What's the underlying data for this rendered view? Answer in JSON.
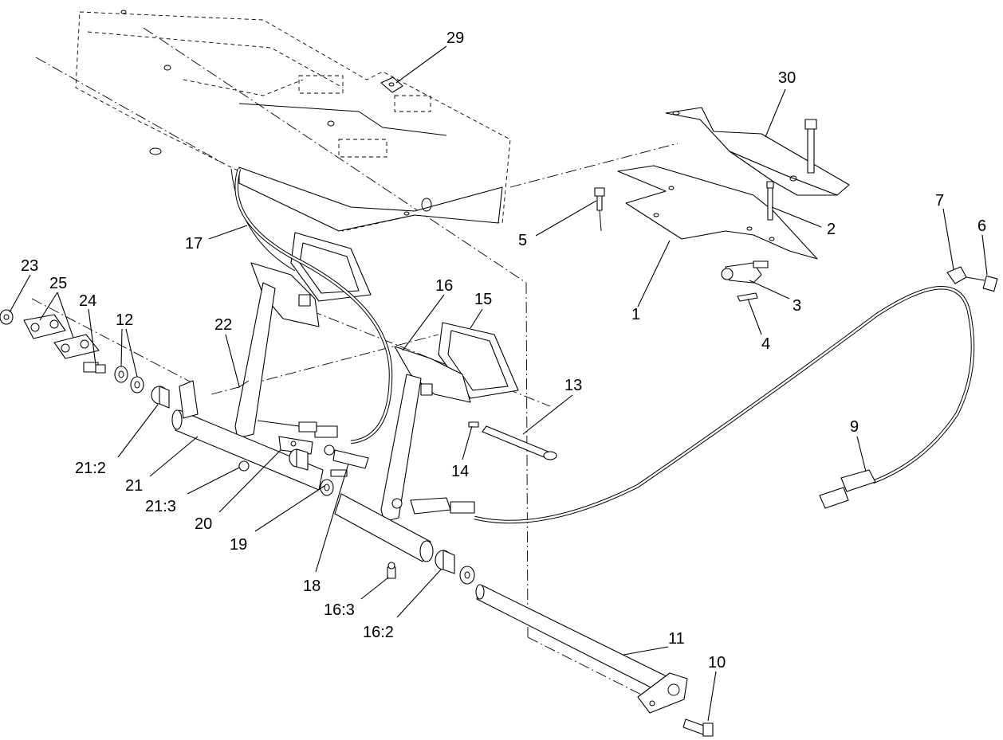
{
  "callouts": [
    {
      "id": "c29",
      "label": "29"
    },
    {
      "id": "c30",
      "label": "30"
    },
    {
      "id": "c17",
      "label": "17"
    },
    {
      "id": "c5",
      "label": "5"
    },
    {
      "id": "c2",
      "label": "2"
    },
    {
      "id": "c1",
      "label": "1"
    },
    {
      "id": "c3",
      "label": "3"
    },
    {
      "id": "c4",
      "label": "4"
    },
    {
      "id": "c7",
      "label": "7"
    },
    {
      "id": "c6",
      "label": "6"
    },
    {
      "id": "c23",
      "label": "23"
    },
    {
      "id": "c25",
      "label": "25"
    },
    {
      "id": "c24",
      "label": "24"
    },
    {
      "id": "c12",
      "label": "12"
    },
    {
      "id": "c22",
      "label": "22"
    },
    {
      "id": "c16",
      "label": "16"
    },
    {
      "id": "c15",
      "label": "15"
    },
    {
      "id": "c13",
      "label": "13"
    },
    {
      "id": "c14",
      "label": "14"
    },
    {
      "id": "c9",
      "label": "9"
    },
    {
      "id": "c21_2",
      "label": "21:2"
    },
    {
      "id": "c21",
      "label": "21"
    },
    {
      "id": "c21_3",
      "label": "21:3"
    },
    {
      "id": "c20",
      "label": "20"
    },
    {
      "id": "c19",
      "label": "19"
    },
    {
      "id": "c18",
      "label": "18"
    },
    {
      "id": "c16_3",
      "label": "16:3"
    },
    {
      "id": "c16_2",
      "label": "16:2"
    },
    {
      "id": "c11",
      "label": "11"
    },
    {
      "id": "c10",
      "label": "10"
    }
  ]
}
